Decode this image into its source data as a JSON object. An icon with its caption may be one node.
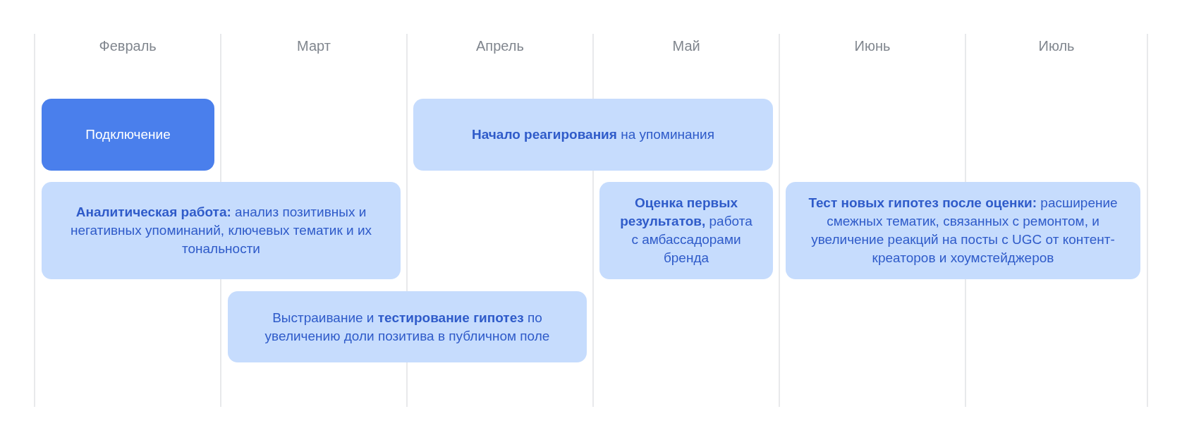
{
  "diagram": {
    "nodes": [
      {
        "text": [
          "Подключение"
        ]
      },
      {
        "text": [
          "**Начало реагирования** на упоминания"
        ]
      },
      {
        "text": [
          "**Аналитическая работа:** анализ позитивных и негативных упоминаний, ключевых тематик и их тональности"
        ]
      },
      {
        "text": [
          "**Оценка первых результатов,** работа с амбассадорами бренда"
        ]
      },
      {
        "text": [
          "**Тест новых гипотез после оценки:** расширение смежных тематик, связанных с ремонтом, и увеличение реакций на посты с UGC от контент-креаторов и хоумстейджеров"
        ]
      },
      {
        "text": [
          "Выстраивание и **тестирование гипотез** по увеличению доли позитива в публичном поле"
        ]
      }
    ],
    "labels": [
      "Февраль",
      "Март",
      "Апрель",
      "Май",
      "Июнь",
      "Июль"
    ]
  }
}
